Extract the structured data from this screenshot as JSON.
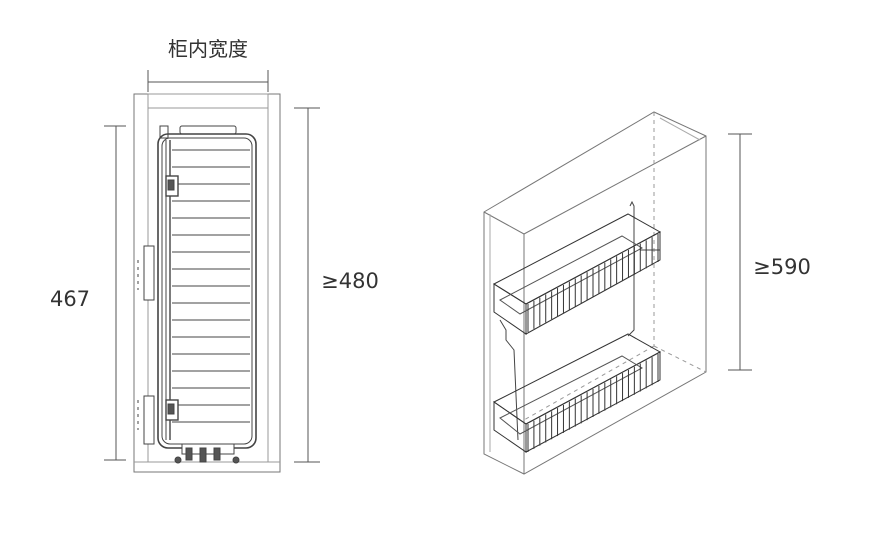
{
  "labels": {
    "inner_width": "柜内宽度",
    "height_left": "467",
    "height_cabinet": "≥480",
    "height_right": "≥590"
  },
  "colors": {
    "line": "#555555",
    "light_line": "#9a9a9a",
    "text": "#333333"
  }
}
